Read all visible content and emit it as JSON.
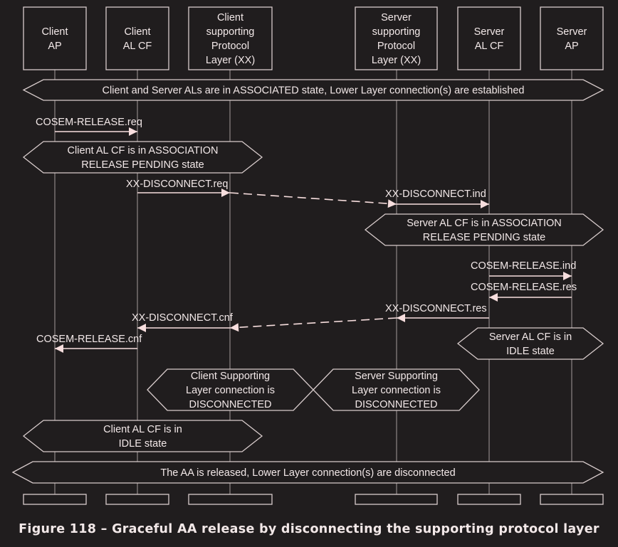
{
  "domain": "Diagram",
  "colors": {
    "background": "#201d1e",
    "line": "#d8cccc",
    "lifeline": "#8e8787",
    "arrow": "#f7dede",
    "text": "#f2e8e8"
  },
  "participants": [
    {
      "id": "client-ap",
      "lines": [
        "Client",
        "AP"
      ]
    },
    {
      "id": "client-al-cf",
      "lines": [
        "Client",
        "AL CF"
      ]
    },
    {
      "id": "client-xx",
      "lines": [
        "Client",
        "supporting",
        "Protocol",
        "Layer (XX)"
      ]
    },
    {
      "id": "server-xx",
      "lines": [
        "Server",
        "supporting",
        "Protocol",
        "Layer (XX)"
      ]
    },
    {
      "id": "server-al-cf",
      "lines": [
        "Server",
        "AL CF"
      ]
    },
    {
      "id": "server-ap",
      "lines": [
        "Server",
        "AP"
      ]
    }
  ],
  "states": [
    {
      "id": "associated",
      "lines": [
        "Client and Server ALs are in ASSOCIATED state, Lower Layer connection(s) are established"
      ]
    },
    {
      "id": "client-release-pending",
      "lines": [
        "Client AL CF is in ASSOCIATION",
        "RELEASE PENDING state"
      ]
    },
    {
      "id": "server-release-pending",
      "lines": [
        "Server AL CF is in ASSOCIATION",
        "RELEASE PENDING state"
      ]
    },
    {
      "id": "server-idle",
      "lines": [
        "Server AL CF is in",
        "IDLE state"
      ]
    },
    {
      "id": "client-disconnected",
      "lines": [
        "Client Supporting",
        "Layer connection is",
        "DISCONNECTED"
      ]
    },
    {
      "id": "server-disconnected",
      "lines": [
        "Server Supporting",
        "Layer connection is",
        "DISCONNECTED"
      ]
    },
    {
      "id": "client-idle",
      "lines": [
        "Client AL CF is in",
        "IDLE state"
      ]
    },
    {
      "id": "released",
      "lines": [
        "The AA is released, Lower Layer connection(s) are disconnected"
      ]
    }
  ],
  "messages": [
    {
      "id": "cosem-release-req",
      "label": "COSEM-RELEASE.req",
      "from": "client-ap",
      "to": "client-al-cf",
      "style": "solid"
    },
    {
      "id": "xx-disconnect-req",
      "label": "XX-DISCONNECT.req",
      "from": "client-al-cf",
      "to": "client-xx",
      "style": "solid"
    },
    {
      "id": "xx-transport-req",
      "label": "",
      "from": "client-xx",
      "to": "server-xx",
      "style": "dashed"
    },
    {
      "id": "xx-disconnect-ind",
      "label": "XX-DISCONNECT.ind",
      "from": "server-xx",
      "to": "server-al-cf",
      "style": "solid"
    },
    {
      "id": "cosem-release-ind",
      "label": "COSEM-RELEASE.ind",
      "from": "server-al-cf",
      "to": "server-ap",
      "style": "solid"
    },
    {
      "id": "cosem-release-res",
      "label": "COSEM-RELEASE.res",
      "from": "server-ap",
      "to": "server-al-cf",
      "style": "solid"
    },
    {
      "id": "xx-disconnect-res",
      "label": "XX-DISCONNECT.res",
      "from": "server-al-cf",
      "to": "server-xx",
      "style": "solid"
    },
    {
      "id": "xx-transport-res",
      "label": "",
      "from": "server-xx",
      "to": "client-xx",
      "style": "dashed"
    },
    {
      "id": "xx-disconnect-cnf",
      "label": "XX-DISCONNECT.cnf",
      "from": "client-xx",
      "to": "client-al-cf",
      "style": "solid"
    },
    {
      "id": "cosem-release-cnf",
      "label": "COSEM-RELEASE.cnf",
      "from": "client-al-cf",
      "to": "client-ap",
      "style": "solid"
    }
  ],
  "caption": "Figure 118 – Graceful AA release by disconnecting the supporting protocol layer"
}
